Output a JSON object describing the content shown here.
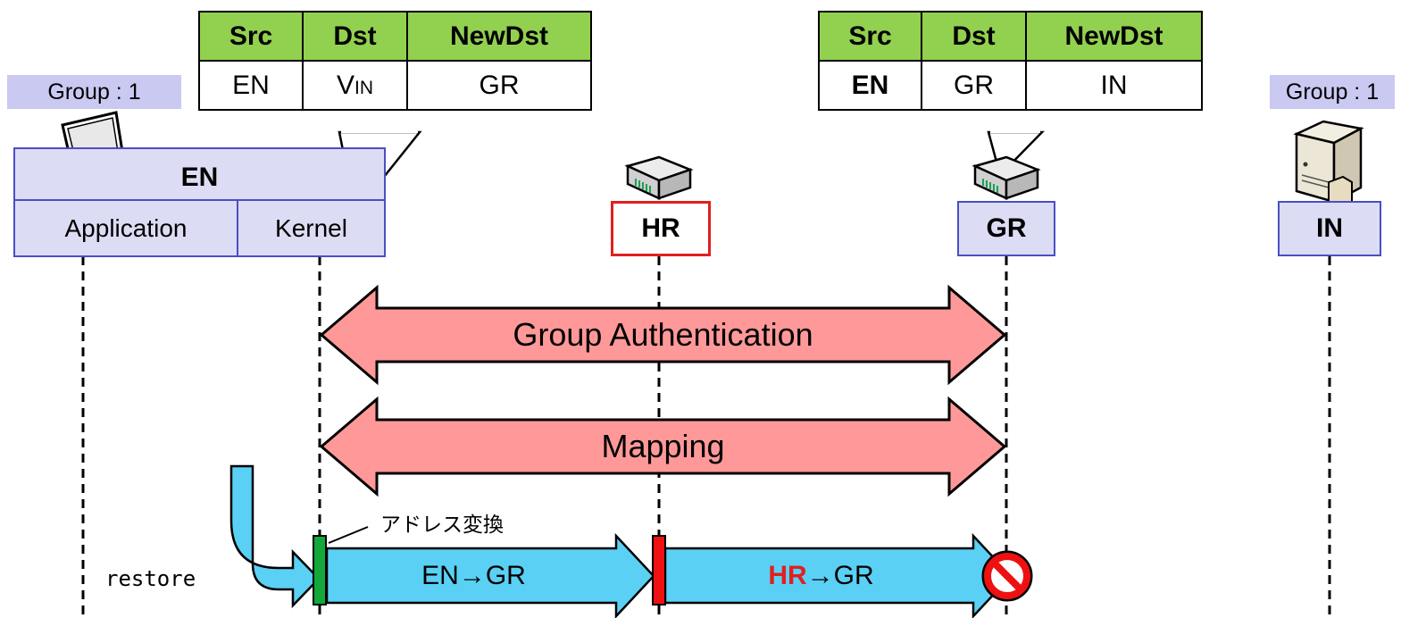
{
  "group_labels": {
    "left": "Group : 1",
    "right": "Group : 1"
  },
  "en": {
    "title": "EN",
    "application": "Application",
    "kernel": "Kernel"
  },
  "routers": {
    "hr": "HR",
    "gr": "GR",
    "in": "IN"
  },
  "table_left": {
    "headers": [
      "Src",
      "Dst",
      "NewDst"
    ],
    "row": {
      "src": "EN",
      "dst_main": "V",
      "dst_sub": "IN",
      "newdst": "GR"
    }
  },
  "table_right": {
    "headers": [
      "Src",
      "Dst",
      "NewDst"
    ],
    "row": {
      "src": "EN",
      "dst": "GR",
      "newdst": "IN"
    }
  },
  "arrows": {
    "auth": "Group Authentication",
    "mapping": "Mapping",
    "packet1": "EN→GR",
    "packet2_hr": "HR",
    "packet2_rest": "→GR"
  },
  "notes": {
    "addr_translation": "アドレス変換",
    "restore": "restore"
  },
  "colors": {
    "table_header": "#92d050",
    "group_label": "#c9c9f2",
    "node_fill": "#dcdcf4",
    "node_border": "#4a4fc4",
    "hr_border": "#e02020",
    "big_arrow": "#ff9999",
    "packet_arrow": "#5bd0f5",
    "green_bar": "#12a83a",
    "red_bar": "#ee1111",
    "hr_text": "#e02020",
    "prohibit": "#ee1111"
  }
}
